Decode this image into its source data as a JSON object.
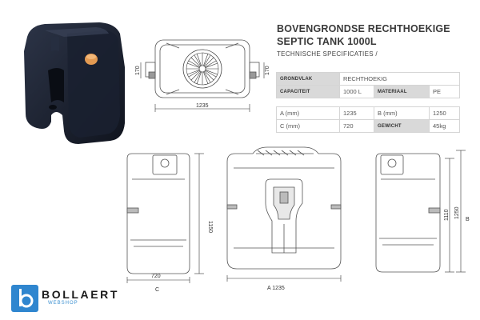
{
  "header": {
    "title_line1": "BOVENGRONDSE RECHTHOEKIGE",
    "title_line2": "SEPTIC TANK 1000L",
    "subtitle": "TECHNISCHE SPECIFICATIES /"
  },
  "specs": {
    "grondvlak_label": "GRONDVLAK",
    "grondvlak_value": "RECHTHOEKIG",
    "capaciteit_label": "CAPACITEIT",
    "capaciteit_value": "1000 L",
    "materiaal_label": "MATERIAAL",
    "materiaal_value": "PE",
    "a_label": "A (mm)",
    "a_value": "1235",
    "b_label": "B (mm)",
    "b_value": "1250",
    "c_label": "C (mm)",
    "c_value": "720",
    "gewicht_label": "GEWICHT",
    "gewicht_value": "45kg"
  },
  "drawings": {
    "top_left_dim": "170",
    "top_right_dim": "170",
    "top_width_dim": "1235",
    "front_height_dim": "1150",
    "front_width_dim": "720",
    "front_label": "C",
    "side_width_label": "A 1235",
    "back_height_dim_1": "1110",
    "back_height_dim_2": "1250",
    "back_label": "B"
  },
  "brand": {
    "name": "BOLLAERT",
    "tagline": "WEBSHOP"
  },
  "colors": {
    "tank": "#1c2333",
    "cap": "#e39a52",
    "brand_blue": "#2f86cf",
    "table_header": "#d9d9d9"
  }
}
